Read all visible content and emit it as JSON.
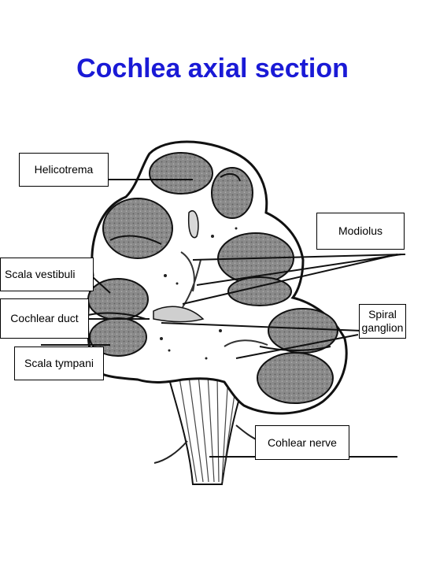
{
  "title": "Cochlea axial section",
  "colors": {
    "title": "#1a1ad6",
    "tissue_fill": "#8c8c8c",
    "outline": "#111111",
    "label_border": "#000000"
  },
  "labels": {
    "helicotrema": "Helicotrema",
    "modiolus": "Modiolus",
    "scala_vestibuli": "Scala vestibuli",
    "cochlear_duct": "Cochlear duct",
    "spiral_ganglion_line1": "Spiral",
    "spiral_ganglion_line2": "ganglion",
    "scala_tympani": "Scala tympani",
    "cochlear_nerve": "Cohlear nerve"
  }
}
